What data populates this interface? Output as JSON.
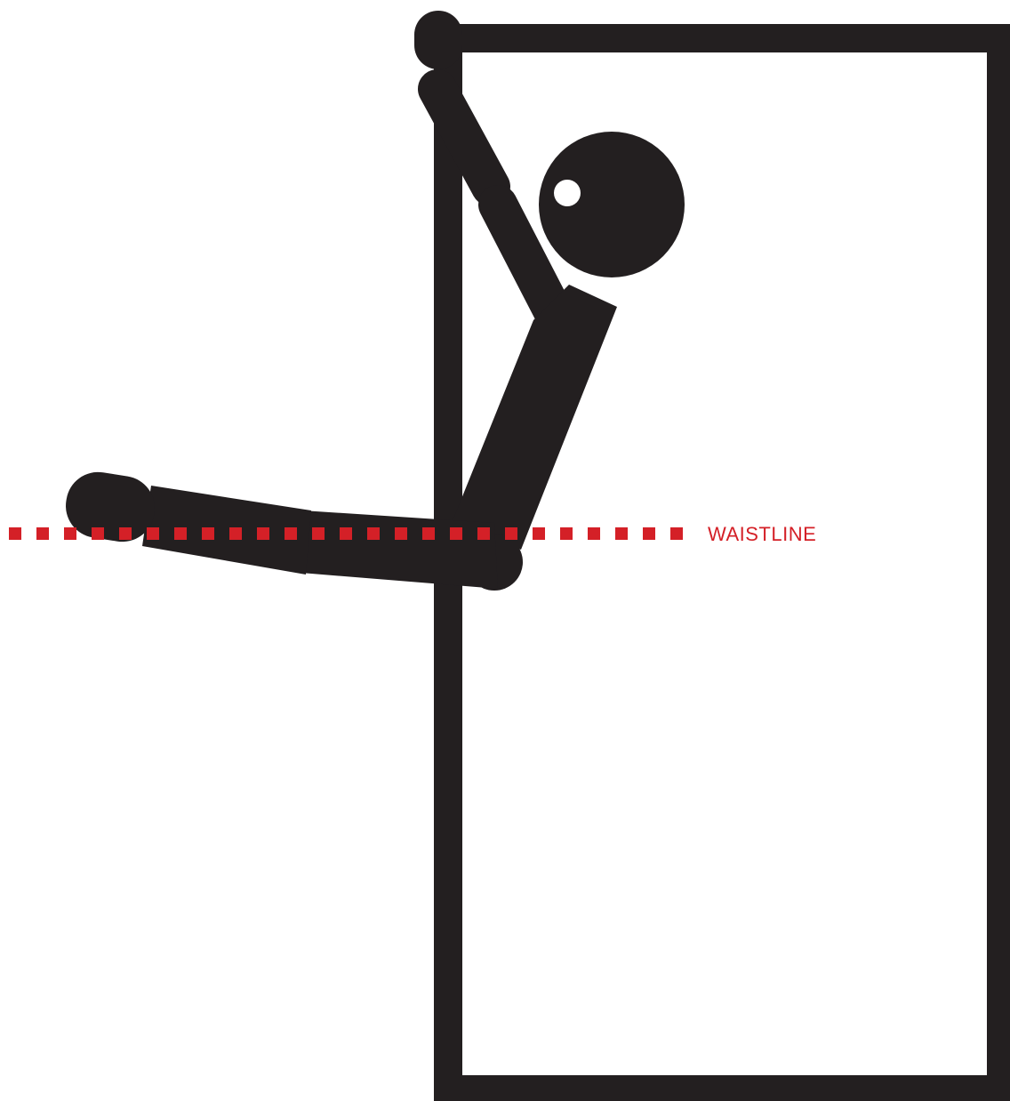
{
  "diagram": {
    "waistline_label": "WAISTLINE",
    "colors": {
      "figure": "#231f20",
      "background": "#ffffff",
      "guide": "#d42027"
    },
    "elements": {
      "box": "rectangle-frame",
      "figure": "stick-figure-leaning",
      "guide": "dotted-horizontal-line"
    }
  }
}
